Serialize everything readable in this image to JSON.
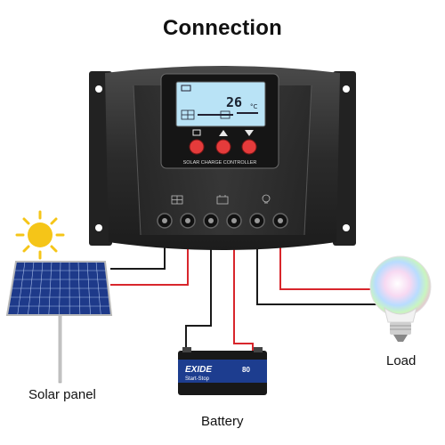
{
  "title": "Connection",
  "controller": {
    "panel_label": "SOLAR CHARGE CONTROLLER",
    "display_value": "26",
    "display_unit": "°C",
    "button_count": 3,
    "terminal_count": 6
  },
  "battery": {
    "brand": "EXIDE",
    "model": "Start-Stop",
    "capacity": "80"
  },
  "labels": {
    "solar_panel": "Solar panel",
    "battery": "Battery",
    "load": "Load"
  },
  "colors": {
    "positive_wire": "#d8262c",
    "negative_wire": "#1a1a1a",
    "button_red": "#e53b3b",
    "lcd": "#b9e3f6",
    "controller_body": "#2c2c2c",
    "sun": "#f5c518"
  }
}
